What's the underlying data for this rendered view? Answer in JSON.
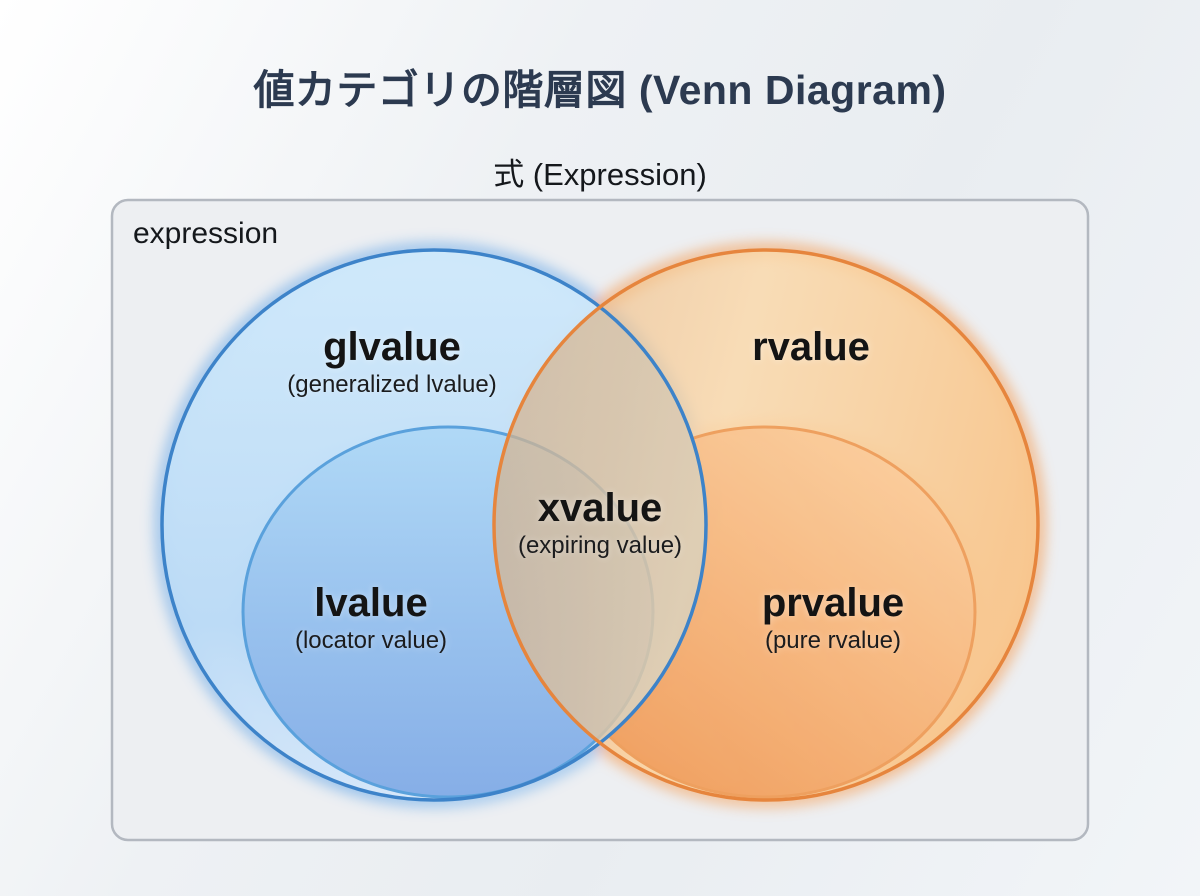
{
  "title": "値カテゴリの階層図 (Venn Diagram)",
  "subtitle": "式 (Expression)",
  "diagram": {
    "type": "venn",
    "outer_region_label": "expression",
    "sets": {
      "glvalue": {
        "label": "glvalue",
        "sublabel": "(generalized lvalue)"
      },
      "rvalue": {
        "label": "rvalue"
      },
      "lvalue": {
        "label": "lvalue",
        "sublabel": "(locator value)"
      },
      "prvalue": {
        "label": "prvalue",
        "sublabel": "(pure rvalue)"
      },
      "xvalue": {
        "label": "xvalue",
        "sublabel": "(expiring value)"
      }
    },
    "structure": [
      "glvalue and rvalue overlap inside expression",
      "lvalue is inside glvalue",
      "prvalue is inside rvalue",
      "xvalue is the glvalue ∩ rvalue overlap"
    ]
  },
  "colors": {
    "title_text": "#2c3a50",
    "body_text": "#15181c",
    "blue_outer_stroke": "#3d83c9",
    "blue_inner_stroke": "#5aa1dc",
    "blue_outer_fill": "#c7e3f9",
    "blue_inner_fill": "#8fb7ec",
    "orange_outer_stroke": "#e6853d",
    "orange_inner_stroke": "#eea05f",
    "orange_outer_fill": "#fbd9ad",
    "orange_inner_fill": "#f7b175",
    "box_fill": "#edeff2",
    "box_border": "#b3b8c0"
  }
}
